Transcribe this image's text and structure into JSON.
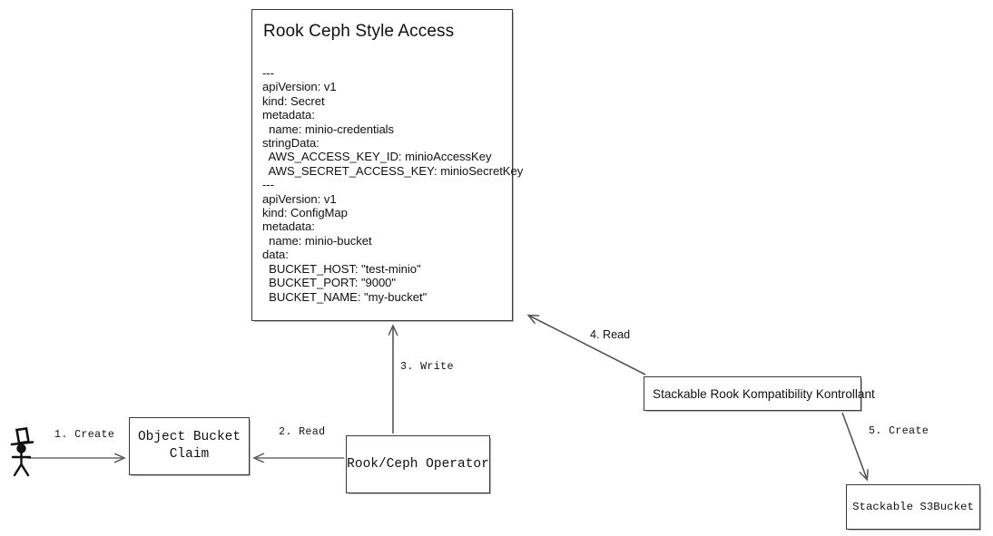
{
  "diagram": {
    "title": "Rook Ceph Style Access flow",
    "stroke_color": "#3a3a3a",
    "text_color": "#111111",
    "background": "#ffffff"
  },
  "yaml_box": {
    "title": "Rook Ceph Style Access",
    "body": "---\napiVersion: v1\nkind: Secret\nmetadata:\n  name: minio-credentials\nstringData:\n  AWS_ACCESS_KEY_ID: minioAccessKey\n  AWS_SECRET_ACCESS_KEY: minioSecretKey\n---\napiVersion: v1\nkind: ConfigMap\nmetadata:\n  name: minio-bucket\ndata:\n  BUCKET_HOST: \"test-minio\"\n  BUCKET_PORT: \"9000\"\n  BUCKET_NAME: \"my-bucket\""
  },
  "nodes": {
    "object_bucket_claim": "Object Bucket\nClaim",
    "rook_ceph_operator": "Rook/Ceph Operator",
    "stackable_rook_kompatibility_kontrollant": "Stackable Rook Kompatibility Kontrollant",
    "stackable_s3bucket": "Stackable S3Bucket",
    "actor": "user-stick-figure-with-top-hat"
  },
  "edges": [
    {
      "id": "1",
      "label": "1. Create",
      "from": "actor",
      "to": "object_bucket_claim"
    },
    {
      "id": "2",
      "label": "2. Read",
      "from": "rook_ceph_operator",
      "to": "object_bucket_claim"
    },
    {
      "id": "3",
      "label": "3. Write",
      "from": "rook_ceph_operator",
      "to": "yaml_box"
    },
    {
      "id": "4",
      "label": "4. Read",
      "from": "stackable_rook_kompatibility_kontrollant",
      "to": "yaml_box"
    },
    {
      "id": "5",
      "label": "5. Create",
      "from": "stackable_rook_kompatibility_kontrollant",
      "to": "stackable_s3bucket"
    }
  ]
}
